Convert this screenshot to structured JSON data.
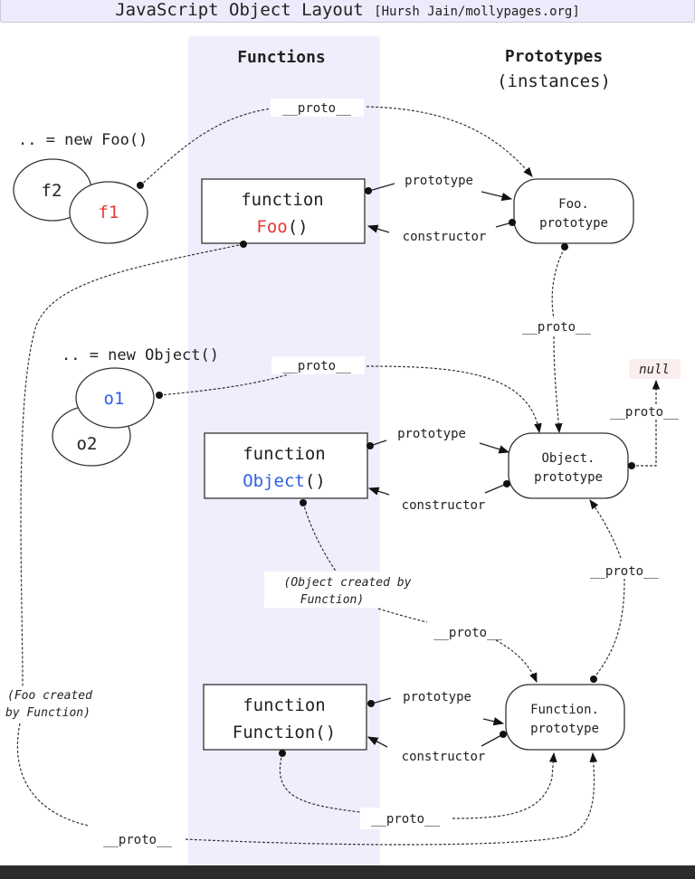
{
  "title": {
    "main": "JavaScript Object Layout",
    "credit": "[Hursh Jain/mollypages.org]"
  },
  "columns": {
    "functions": "Functions",
    "prototypes": "Prototypes",
    "prototypes_sub": "(instances)"
  },
  "colors": {
    "band": "#eeeefc",
    "foo_accent": "#e53935",
    "object_accent": "#2f5fe0",
    "null_bg": "#fbeeee"
  },
  "instances": {
    "foo_caption": ".. = new Foo()",
    "f1": "f1",
    "f2": "f2",
    "object_caption": ".. = new Object()",
    "o1": "o1",
    "o2": "o2"
  },
  "functions": {
    "foo": {
      "keyword": "function",
      "name": "Foo",
      "parens": "()"
    },
    "object": {
      "keyword": "function",
      "name": "Object",
      "parens": "()"
    },
    "function": {
      "keyword": "function",
      "name": "Function()"
    }
  },
  "prototypes": {
    "foo": {
      "line1": "Foo.",
      "line2": "prototype"
    },
    "object": {
      "line1": "Object.",
      "line2": "prototype"
    },
    "function": {
      "line1": "Function.",
      "line2": "prototype"
    }
  },
  "labels": {
    "proto": "__proto__",
    "prototype": "prototype",
    "constructor": "constructor",
    "null": "null",
    "object_created_line1": "(Object created by",
    "object_created_line2": "Function)",
    "foo_created_line1": "(Foo created",
    "foo_created_line2": "by Function)"
  }
}
